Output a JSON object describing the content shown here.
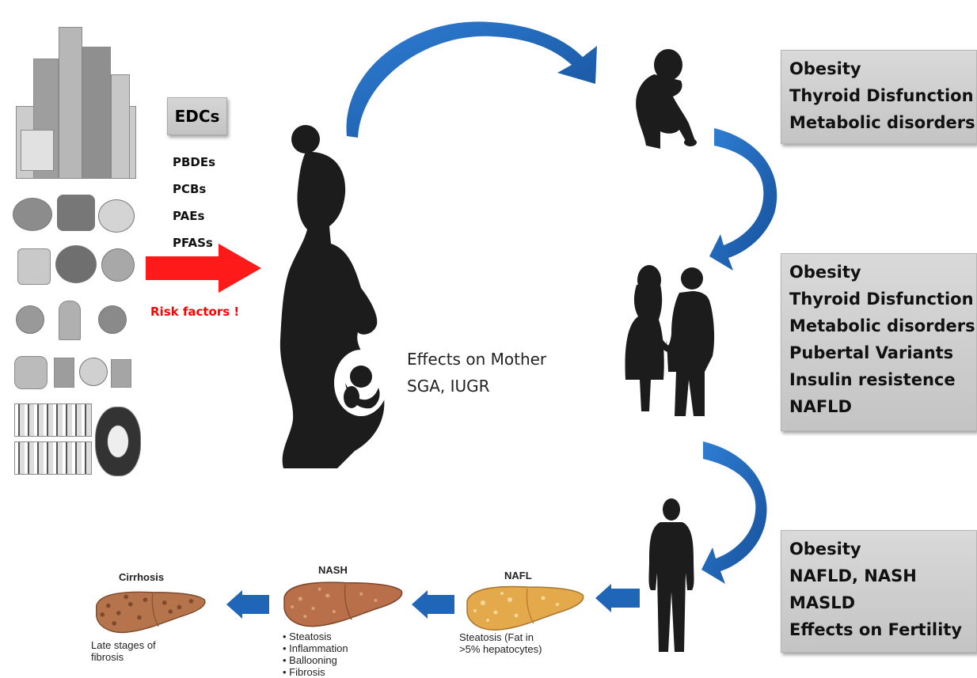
{
  "edcs": {
    "title": "EDCs",
    "items": [
      "PBDEs",
      "PCBs",
      "PAEs",
      "PFASs"
    ],
    "risk_label": "Risk factors !"
  },
  "mother": {
    "effects_line1": "Effects on Mother",
    "effects_line2": "SGA, IUGR"
  },
  "boxes": [
    {
      "items": [
        "Obesity",
        "Thyroid Disfunction",
        "Metabolic disorders"
      ]
    },
    {
      "items": [
        "Obesity",
        "Thyroid Disfunction",
        "Metabolic disorders",
        "Pubertal Variants",
        "Insulin resistence",
        "NAFLD"
      ]
    },
    {
      "items": [
        "Obesity",
        "NAFLD, NASH",
        "MASLD",
        "Effects on Fertility"
      ]
    }
  ],
  "liver": {
    "nafl": {
      "title": "NAFL",
      "lines": [
        "Steatosis (Fat in",
        ">5% hepatocytes)"
      ]
    },
    "nash": {
      "title": "NASH",
      "lines": [
        "• Steatosis",
        "• Inflammation",
        "• Ballooning",
        "• Fibrosis"
      ]
    },
    "cirrhosis": {
      "title": "Cirrhosis",
      "lines": [
        "Late stages of",
        "fibrosis"
      ]
    }
  },
  "colors": {
    "arrow_blue": "#1f66b8",
    "risk_red": "#ff0000",
    "silhouette": "#1c1c1c",
    "liver_nafl": "#e3a94b",
    "liver_nash": "#b86f4a",
    "liver_cirrhosis": "#b5744c"
  }
}
